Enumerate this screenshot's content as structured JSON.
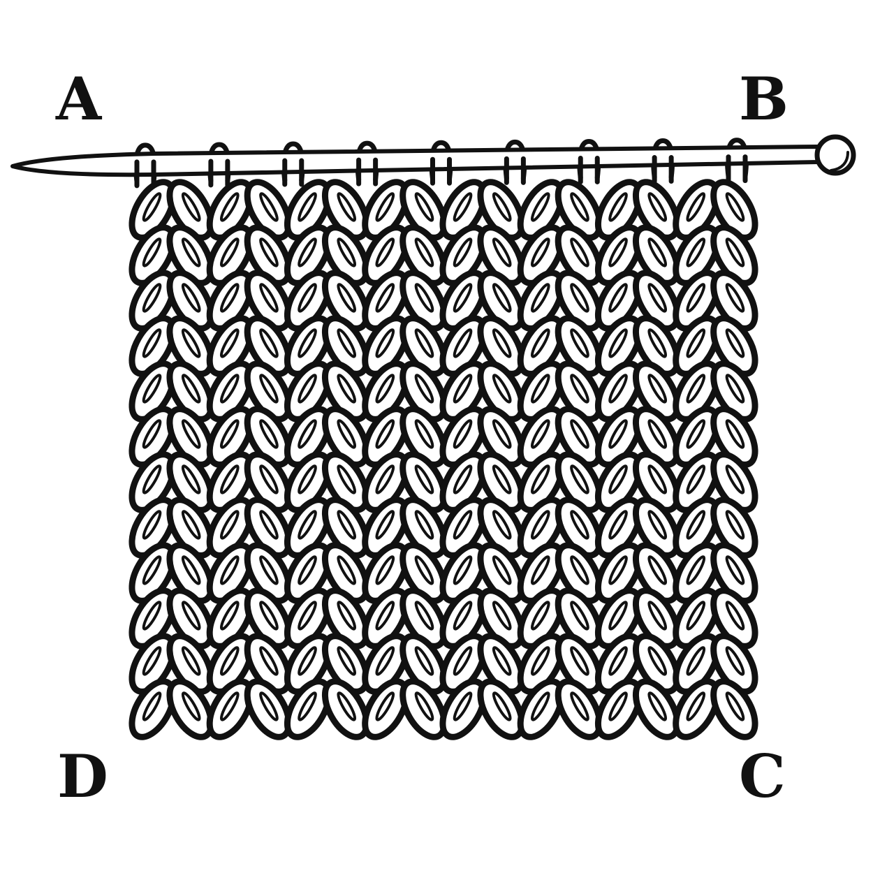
{
  "labels": {
    "top_left": "A",
    "top_right": "B",
    "bottom_right": "C",
    "bottom_left": "D"
  },
  "swatch": {
    "columns": 8,
    "rows": 12,
    "needle_loops": 9
  },
  "colors": {
    "ink": "#111111",
    "paper": "#ffffff"
  }
}
